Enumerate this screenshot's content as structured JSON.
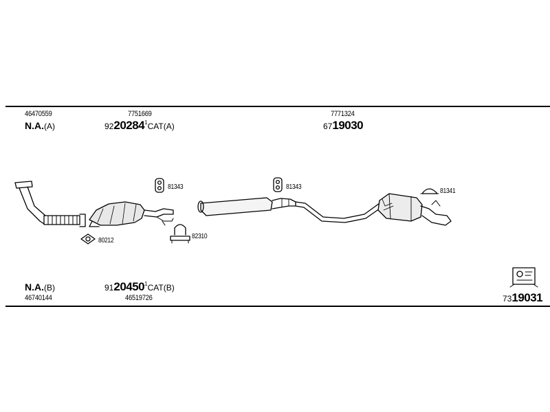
{
  "top": {
    "left_part": "46470559",
    "left_na": "N.A.",
    "left_na_suffix": "(A)",
    "mid_part": "7751669",
    "mid_ref_prefix": "92",
    "mid_ref_number": "20284",
    "mid_ref_mark": "1",
    "mid_ref_suffix": "CAT(A)",
    "right_part": "7771324",
    "right_ref_prefix": "67",
    "right_ref_number": "19030"
  },
  "bottom": {
    "left_na": "N.A.",
    "left_na_suffix": "(B)",
    "left_part": "46740144",
    "mid_ref_prefix": "91",
    "mid_ref_number": "20450",
    "mid_ref_mark": "1",
    "mid_ref_suffix": "CAT(B)",
    "mid_part": "46519726",
    "right_ref_prefix": "73",
    "right_ref_number": "19031"
  },
  "components": {
    "gasket_label": "80212",
    "hanger_label_1": "81343",
    "hanger_label_2": "81343",
    "clamp_label": "82310",
    "rear_hanger_label": "81341"
  },
  "icons": [
    "front-pipe-icon",
    "catalytic-converter-icon",
    "middle-silencer-icon",
    "rear-silencer-icon",
    "rubber-hanger-icon",
    "clamp-icon",
    "gasket-icon",
    "mounting-kit-icon"
  ]
}
